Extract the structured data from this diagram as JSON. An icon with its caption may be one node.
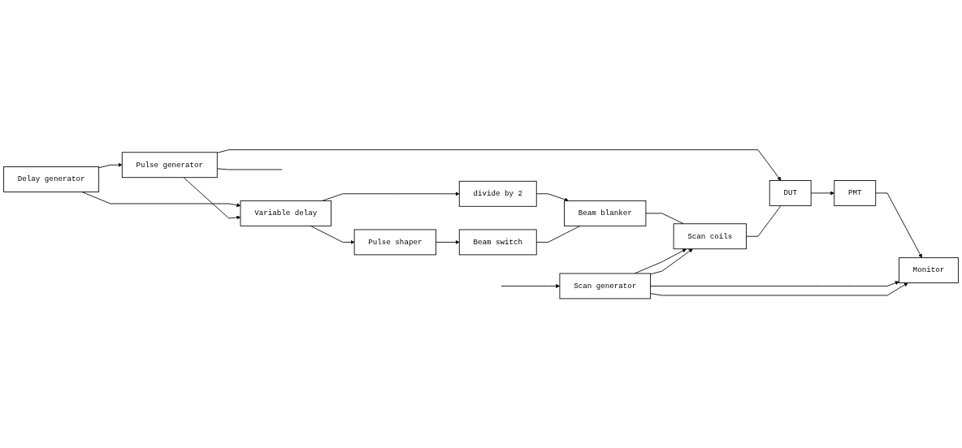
{
  "diagram": {
    "nodes": [
      {
        "text": [
          "Pulse shaper"
        ]
      },
      {
        "text": [
          "Beam switch"
        ]
      },
      {
        "text": [
          "divide by 2"
        ]
      },
      {
        "text": [
          "Beam blanker"
        ]
      },
      {
        "text": [
          "Variable delay"
        ]
      },
      {
        "text": [
          "Pulse generator"
        ]
      },
      {
        "text": [
          "Scan coils"
        ]
      },
      {
        "text": [
          "Scan generator"
        ]
      },
      {
        "text": [
          "Delay generator"
        ]
      },
      {
        "text": [
          "DUT"
        ]
      },
      {
        "text": [
          "PMT"
        ]
      },
      {
        "text": [
          "Monitor"
        ]
      }
    ],
    "edges": [
      {
        "from": 0,
        "to": 1,
        "arrow": "to"
      },
      {
        "from": 4,
        "to": 0,
        "arrow": "to"
      },
      {
        "from": 4,
        "to": 2,
        "arrow": "to"
      },
      {
        "from": 2,
        "to": 3,
        "arrow": "to"
      },
      {
        "from": 1,
        "to": 3,
        "arrow": "none"
      },
      {
        "from": 3,
        "to": 6,
        "arrow": "none"
      },
      {
        "from": 8,
        "to": 4,
        "arrow": "to"
      },
      {
        "from": 5,
        "to": 4,
        "arrow": "to"
      },
      {
        "from": 7,
        "to": 6,
        "arrow": "to"
      },
      {
        "from": 7,
        "to": 6,
        "arrow": "to"
      },
      {
        "from": 8,
        "to": 5,
        "arrow": "to"
      },
      {
        "from": 5,
        "to": 9,
        "arrow": "to"
      },
      {
        "from": 5,
        "to": null,
        "arrow": "none"
      },
      {
        "from": 6,
        "to": 9,
        "arrow": "none"
      },
      {
        "from": 9,
        "to": 10,
        "arrow": "to"
      },
      {
        "from": 10,
        "to": 11,
        "arrow": "to"
      },
      {
        "from": 7,
        "to": 11,
        "arrow": "to"
      },
      {
        "from": 7,
        "to": 11,
        "arrow": "to"
      },
      {
        "from": null,
        "to": 7,
        "arrow": "to"
      }
    ]
  }
}
